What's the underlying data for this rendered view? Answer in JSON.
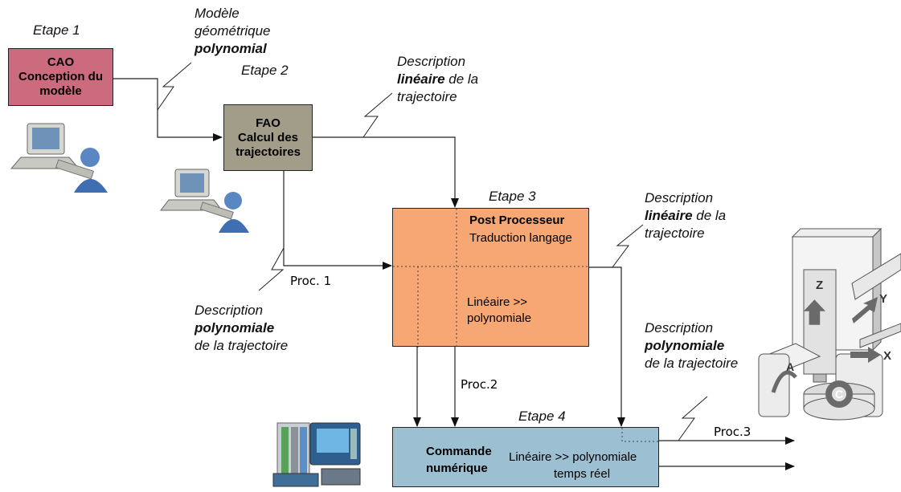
{
  "steps": {
    "s1": "Etape 1",
    "s2": "Etape 2",
    "s3": "Etape 3",
    "s4": "Etape 4"
  },
  "boxes": {
    "cao": [
      "CAO",
      "Conception du",
      "modèle"
    ],
    "fao": [
      "FAO",
      "Calcul des",
      "trajectoires"
    ],
    "pp": {
      "title": "Post Processeur",
      "subtitle": "Traduction langage",
      "lin1": "Linéaire >>",
      "lin2": "polynomiale"
    },
    "cn": {
      "title1": "Commande",
      "title2": "numérique",
      "txt1": "Linéaire >> polynomiale",
      "txt2": "temps réel"
    }
  },
  "descriptions": {
    "d1": {
      "a": "Modèle",
      "b": "géométrique",
      "c": "polynomial"
    },
    "d2": {
      "a": "Description",
      "b_bold": "linéaire",
      "b_rest": " de la",
      "c": "trajectoire"
    },
    "d3": {
      "a": "Description",
      "b_bold": "linéaire",
      "b_rest": " de la",
      "c": "trajectoire"
    },
    "d4": {
      "a": "Description",
      "b": "polynomiale",
      "c": "de la trajectoire"
    },
    "d5": {
      "a": "Description",
      "b": "polynomiale",
      "c": "de la trajectoire"
    }
  },
  "procs": {
    "p1": "Proc. 1",
    "p2": "Proc.2",
    "p3": "Proc.3"
  },
  "machine_axes": {
    "z": "Z",
    "y": "Y",
    "x": "X",
    "a": "A",
    "c": "C"
  },
  "colors": {
    "cao": "#cc6a7e",
    "fao": "#a19d89",
    "pp": "#f6a774",
    "cn": "#9cbfd2"
  }
}
